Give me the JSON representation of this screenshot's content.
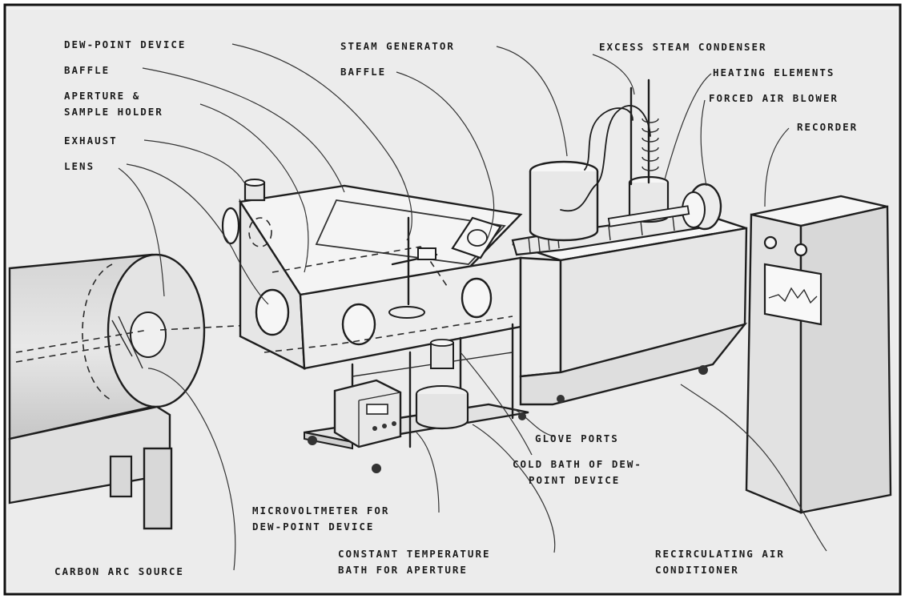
{
  "labels": {
    "dew_point_device": "DEW-POINT DEVICE",
    "baffle_left": "BAFFLE",
    "aperture_line1": "APERTURE &",
    "aperture_line2": "SAMPLE HOLDER",
    "exhaust": "EXHAUST",
    "lens": "LENS",
    "steam_generator": "STEAM GENERATOR",
    "baffle_center": "BAFFLE",
    "excess_steam_condenser": "EXCESS STEAM CONDENSER",
    "heating_elements": "HEATING ELEMENTS",
    "forced_air_blower": "FORCED AIR BLOWER",
    "recorder": "RECORDER",
    "glove_ports": "GLOVE PORTS",
    "cold_bath_line1": "COLD BATH OF DEW-",
    "cold_bath_line2": "POINT DEVICE",
    "microvoltmeter_line1": "MICROVOLTMETER FOR",
    "microvoltmeter_line2": "DEW-POINT DEVICE",
    "constant_temp_line1": "CONSTANT TEMPERATURE",
    "constant_temp_line2": "BATH FOR APERTURE",
    "recirculating_line1": "RECIRCULATING AIR",
    "recirculating_line2": "CONDITIONER",
    "carbon_arc_source": "CARBON ARC SOURCE"
  },
  "colors": {
    "paper": "#ffffff",
    "panel": "#ececec",
    "ink": "#1e1e1e"
  }
}
